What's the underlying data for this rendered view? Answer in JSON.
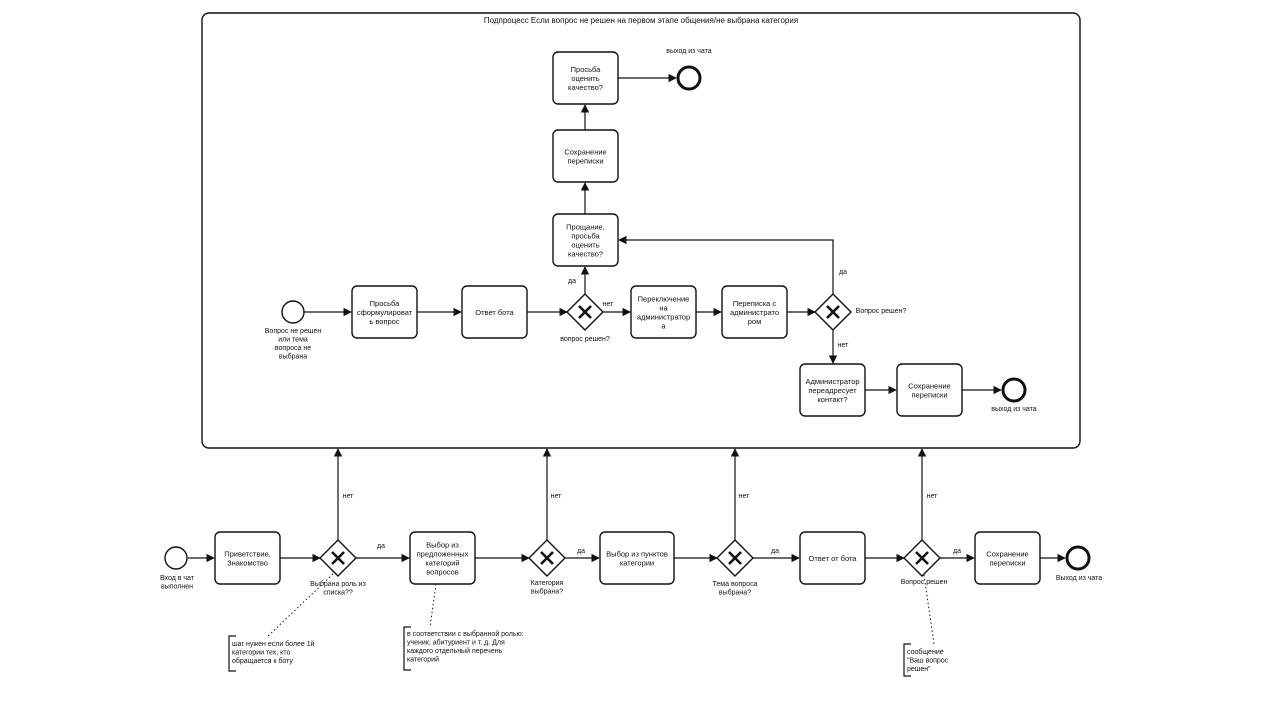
{
  "subprocess": {
    "title": "Подпроцесс Если вопрос не решен  на первом этапе общения/не выбрана категория"
  },
  "tasks": {
    "greeting": "Приветствие,\nЗнакомство",
    "choose_category": "Выбор из\nпредложенных\nкатегорий\nвопросов",
    "choose_item": "Выбор из пунктов\nкатегории",
    "bot_answer_main": "Ответ от бота",
    "save_main": "Сохранение\nпереписки",
    "ask_formulate": "Просьба\nсформулироват\nь вопрос",
    "bot_answer_sub": "Ответ бота",
    "switch_admin": "Переключение\nна\nадминистратор\nа",
    "chat_admin": "Переписка с\nадминистрато\nром",
    "admin_redirect": "Администратор\nпереадресует\nконтакт?",
    "save_sub_bottom": "Сохранение\nпереписки",
    "farewell": "Прощание,\nпросьба\nоценить\nкачество?",
    "save_sub_top": "Сохранение\nпереписки",
    "rate_request": "Просьба\nоценить\nкачество?"
  },
  "events": {
    "start_main": "Вход в чат\nвыполнен",
    "end_main": "Выход из чата",
    "start_sub": "Вопрос не решен\nили тема\nвопроса не\nвыбрана",
    "end_sub_bottom": "выход из чата",
    "end_sub_top": "выход из чата"
  },
  "gateways": {
    "g_role": "Выбрана роль из\nсписка??",
    "g_category": "Категория\nвыбрана?",
    "g_topic": "Тема вопроса\nвыбрана?",
    "g_solved_main": "Вопрос решен",
    "g_solved_sub1": "вопрос решен?",
    "g_solved_sub2": "Вопрос решен?"
  },
  "flow_labels": {
    "yes": "да",
    "no": "нет"
  },
  "annotations": {
    "role_note": "шаг нужен если более 1й\nкатегории тех, кто\nобращается к боту",
    "category_note": "в соответствии с выбранной ролью:\nученик, абитуриент и т. д. Для\nкаждого отдельный перечень\nкатегорий",
    "solved_note": "сообщение\n\"Ваш вопрос\nрешен\""
  },
  "colors": {
    "stroke": "#111111",
    "background": "#ffffff"
  }
}
